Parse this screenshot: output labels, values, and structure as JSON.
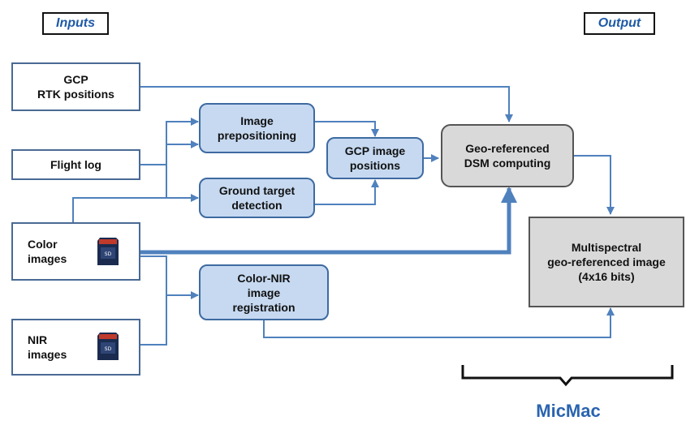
{
  "headers": {
    "inputs": "Inputs",
    "output": "Output"
  },
  "nodes": {
    "gcp_rtk": "GCP\nRTK positions",
    "flight_log": "Flight log",
    "color_images": "Color\nimages",
    "nir_images": "NIR\nimages",
    "image_prepositioning": "Image\nprepositioning",
    "ground_target_detection": "Ground target\ndetection",
    "gcp_image_positions": "GCP image\npositions",
    "color_nir_registration": "Color-NIR\nimage\nregistration",
    "geo_dsm": "Geo-referenced\nDSM computing",
    "multispectral": "Multispectral\ngeo-referenced image\n(4x16 bits)"
  },
  "group_label": "MicMac",
  "icons": {
    "color_card": "sd-card-icon",
    "nir_card": "sd-card-icon"
  },
  "colors": {
    "arrow": "#4f81bd",
    "process_fill": "#c6d9f1",
    "output_fill": "#d9d9d9",
    "header_text": "#1f5aa6"
  }
}
